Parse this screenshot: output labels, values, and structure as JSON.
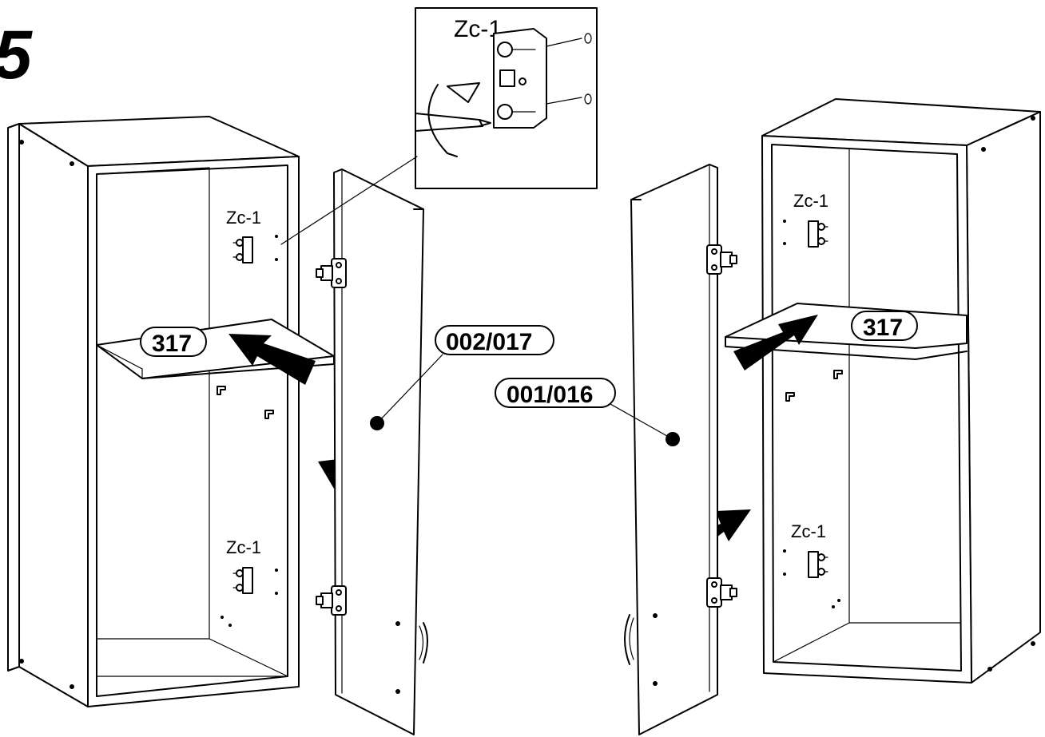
{
  "step_number": "5",
  "inset": {
    "label": "Zc-1"
  },
  "left_cabinet": {
    "hinge_label_top": "Zc-1",
    "hinge_label_bottom": "Zc-1",
    "shelf_label": "317",
    "door_label": "002/017"
  },
  "right_cabinet": {
    "hinge_label_top": "Zc-1",
    "hinge_label_bottom": "Zc-1",
    "shelf_label": "317",
    "door_label": "001/016"
  }
}
